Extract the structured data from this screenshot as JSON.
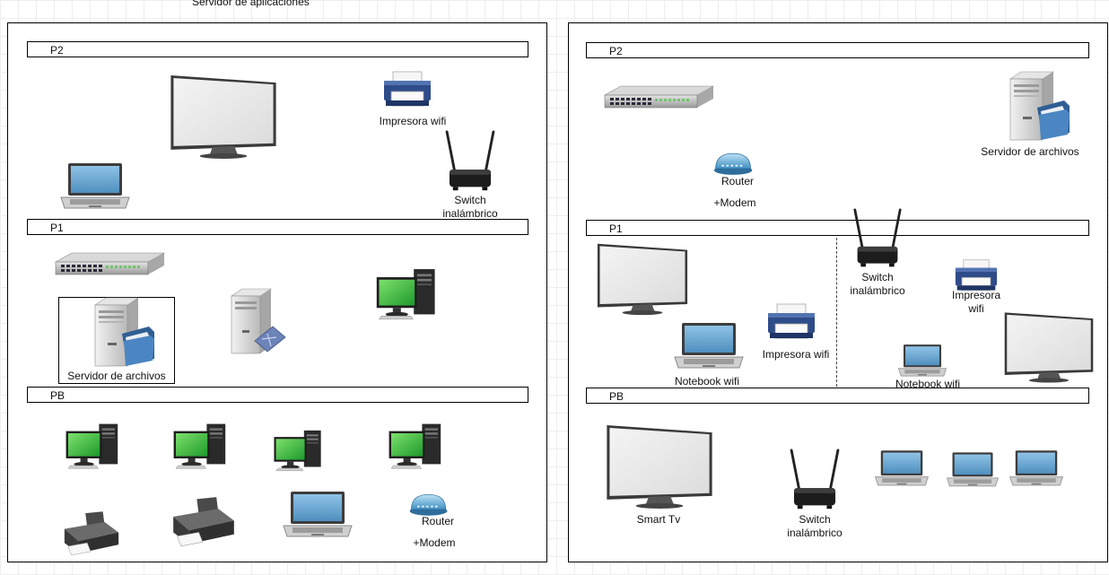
{
  "top_label": "Servidor de aplicaciones",
  "left": {
    "floors": {
      "p2": "P2",
      "p1": "P1",
      "pb": "PB"
    },
    "labels": {
      "printer_p2": "Impresora wifi",
      "switch_p2_l1": "Switch",
      "switch_p2_l2": "inalámbrico",
      "file_server": "Servidor de archivos",
      "router": "Router",
      "modem": "+Modem"
    }
  },
  "right": {
    "floors": {
      "p2": "P2",
      "p1": "P1",
      "pb": "PB"
    },
    "labels": {
      "file_server": "Servidor de archivos",
      "router": "Router",
      "modem": "+Modem",
      "switch_p1_l1": "Switch",
      "switch_p1_l2": "inalámbrico",
      "printer_p1_left": "Impresora wifi",
      "printer_p1_right_l1": "Impresora",
      "printer_p1_right_l2": "wifi",
      "notebook_left": "Notebook wifi",
      "notebook_right": "Notebook wifi",
      "smart_tv": "Smart Tv",
      "switch_pb_l1": "Switch",
      "switch_pb_l2": "inalámbrico"
    }
  }
}
